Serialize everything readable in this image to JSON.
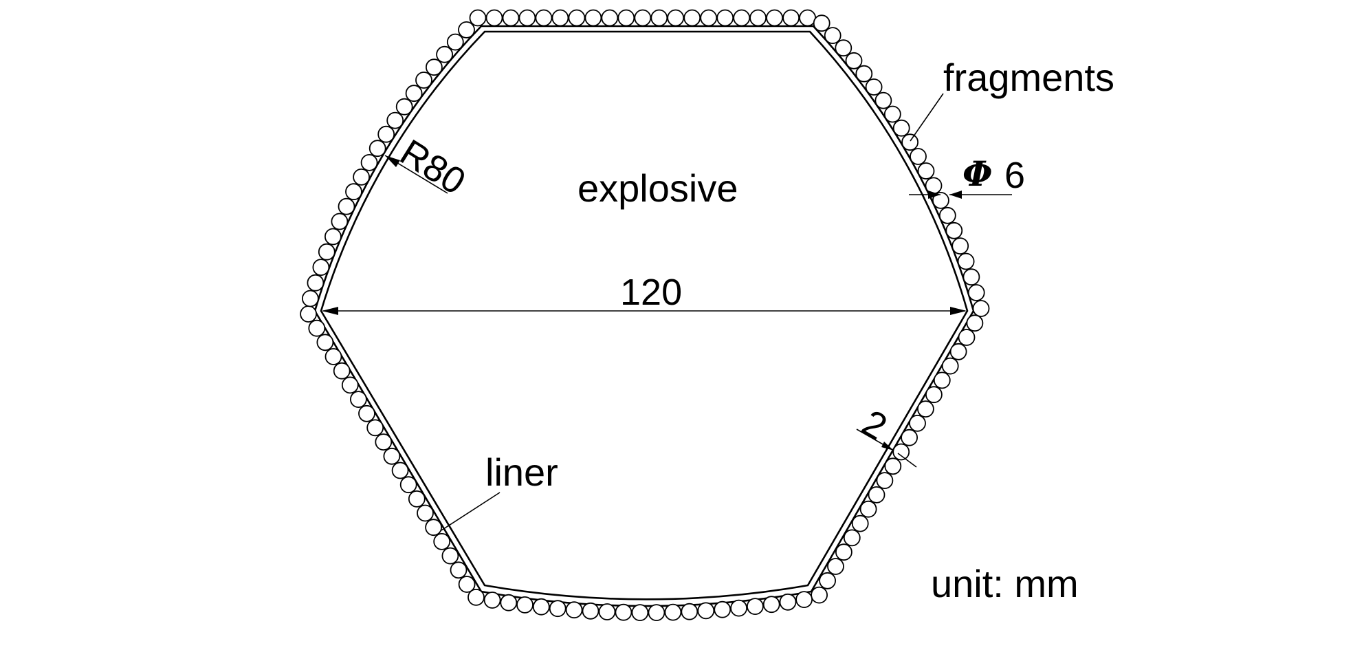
{
  "labels": {
    "explosive": "explosive",
    "fragments": "fragments",
    "liner": "liner",
    "unit": "unit: mm"
  },
  "dimensions": {
    "width": "120",
    "radius": "R80",
    "thickness": "2",
    "fragment_symbol": "Φ",
    "fragment_diameter": "6"
  },
  "colors": {
    "ink": "#000000",
    "background": "#ffffff"
  }
}
